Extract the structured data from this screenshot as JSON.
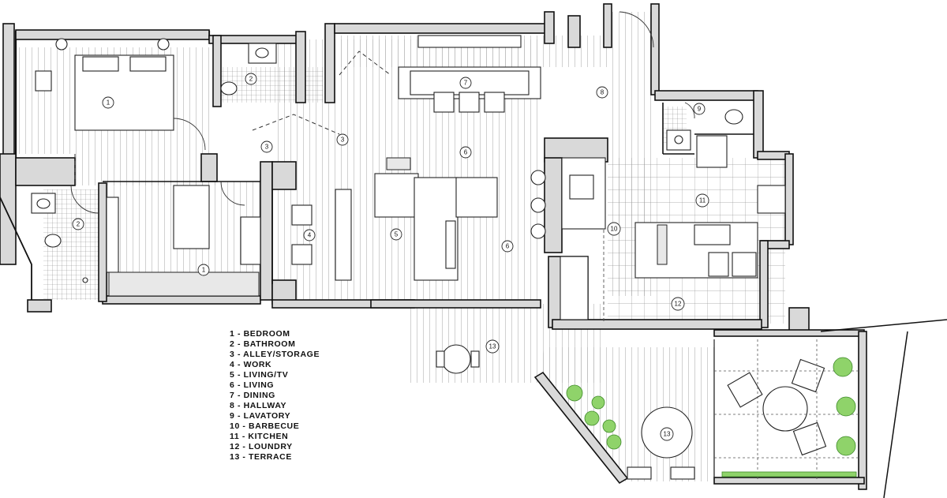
{
  "legend": [
    "1 - BEDROOM",
    "2 - BATHROOM",
    "3 - ALLEY/STORAGE",
    "4 - WORK",
    "5 - LIVING/TV",
    "6 - LIVING",
    "7 - DINING",
    "8 - HALLWAY",
    "9 - LAVATORY",
    "10 - BARBECUE",
    "11 - KITCHEN",
    "12 - LOUNDRY",
    "13 - TERRACE"
  ],
  "room_tags": {
    "bedroom_main": "1",
    "bedroom_second": "1",
    "bathroom_main": "2",
    "bathroom_second": "2",
    "alley_a": "3",
    "alley_b": "3",
    "work": "4",
    "living_tv": "5",
    "living_a": "6",
    "living_b": "6",
    "dining": "7",
    "hallway": "8",
    "lavatory": "9",
    "barbecue": "10",
    "kitchen": "11",
    "laundry": "12",
    "terrace_a": "13",
    "terrace_b": "13"
  },
  "colors": {
    "walls": "#111111",
    "wall_fill": "#d9d9d9",
    "plants": "#8fd36a"
  }
}
